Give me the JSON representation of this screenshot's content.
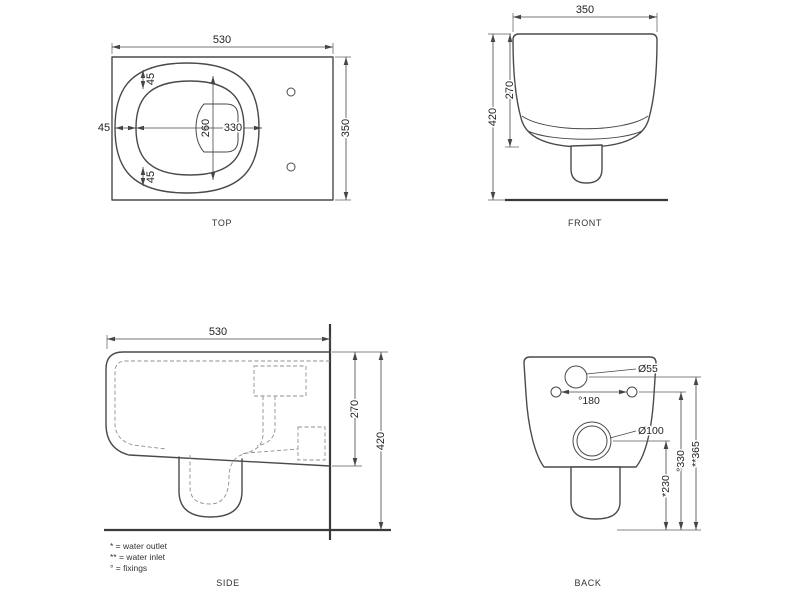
{
  "drawing": {
    "views": {
      "top": {
        "label": "TOP",
        "dim_total_length": "530",
        "dim_total_width": "350",
        "dim_rim_top": "45",
        "dim_rim_left": "45",
        "dim_rim_bottom": "45",
        "dim_inner_width": "260",
        "dim_inner_length": "330"
      },
      "front": {
        "label": "FRONT",
        "dim_width": "350",
        "dim_bowl_height": "270",
        "dim_total_height": "420"
      },
      "side": {
        "label": "SIDE",
        "dim_total_depth": "530",
        "dim_bowl_height": "270",
        "dim_total_height": "420",
        "notes": [
          "* = water outlet",
          "** = water inlet",
          "° = fixings"
        ]
      },
      "back": {
        "label": "BACK",
        "dim_hole_small_diameter": "Ø55",
        "dim_hole_large_diameter": "Ø100",
        "dim_fixing_spacing": "°180",
        "dim_outlet_height": "*230",
        "dim_fixing_height": "°330",
        "dim_inlet_height": "**365"
      }
    }
  }
}
